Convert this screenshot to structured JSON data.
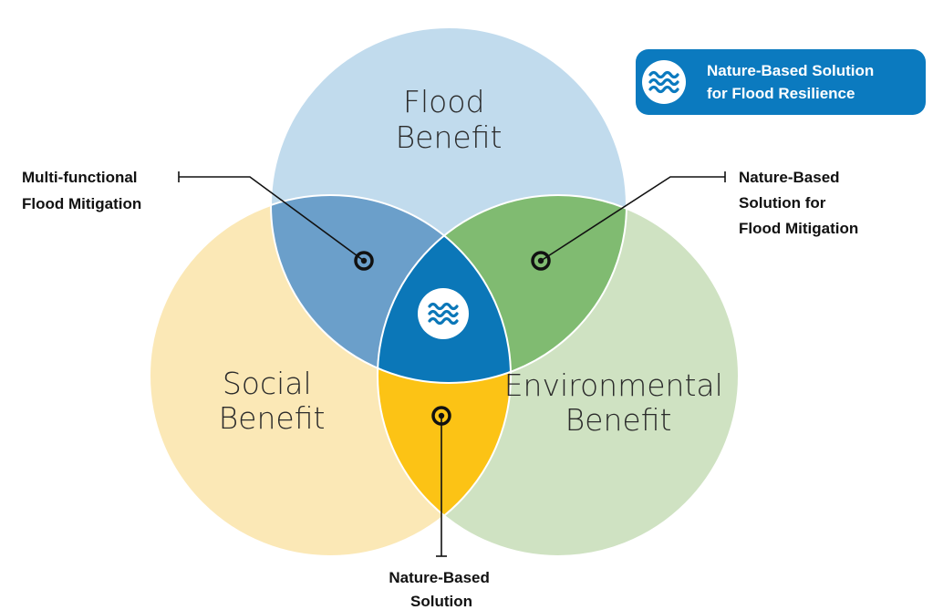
{
  "circles": {
    "flood": {
      "line1": "Flood",
      "line2": "Benefit"
    },
    "social": {
      "line1": "Social",
      "line2": "Benefit"
    },
    "environmental": {
      "line1": "Environmental",
      "line2": "Benefit"
    }
  },
  "callouts": {
    "multi_functional": {
      "line1": "Multi-functional",
      "line2": "Flood Mitigation"
    },
    "nbs_flood_mitigation": {
      "line1": "Nature-Based",
      "line2": "Solution for",
      "line3": "Flood Mitigation"
    },
    "nbs": {
      "line1": "Nature-Based",
      "line2": "Solution"
    }
  },
  "badge": {
    "line1": "Nature-Based Solution",
    "line2": "for Flood Resilience",
    "icon": "waves-icon"
  },
  "center_icon": "waves-icon",
  "colors": {
    "flood_circle": "#c1dbed",
    "social_circle": "#fbe8b6",
    "environmental_circle": "#cfe2c2",
    "flood_social_overlap": "#6b9fca",
    "flood_environmental_overlap": "#80bb71",
    "social_environmental_overlap": "#fcc315",
    "center_overlap": "#0b77b8",
    "badge": "#0b7abf"
  }
}
